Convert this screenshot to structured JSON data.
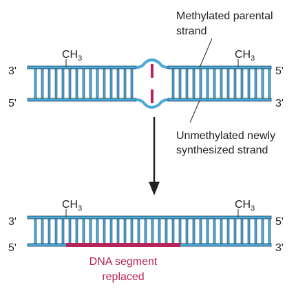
{
  "colors": {
    "strand": "#4aa9d9",
    "outline": "#1f3f55",
    "replaced": "#b5245a",
    "text": "#222222",
    "arrow": "#222222"
  },
  "top_dna": {
    "left_end_top": "3'",
    "left_end_bottom": "5'",
    "right_end_top": "5'",
    "right_end_bottom": "3'",
    "methyl_left": {
      "base": "CH",
      "sub": "3"
    },
    "methyl_right": {
      "base": "CH",
      "sub": "3"
    },
    "label_parental": [
      "Methylated parental",
      "strand"
    ],
    "label_new": [
      "Unmethylated newly",
      "synthesized strand"
    ]
  },
  "bottom_dna": {
    "left_end_top": "3'",
    "left_end_bottom": "5'",
    "right_end_top": "5'",
    "right_end_bottom": "3'",
    "methyl_left": {
      "base": "CH",
      "sub": "3"
    },
    "methyl_right": {
      "base": "CH",
      "sub": "3"
    },
    "label_replaced": [
      "DNA segment",
      "replaced"
    ]
  }
}
